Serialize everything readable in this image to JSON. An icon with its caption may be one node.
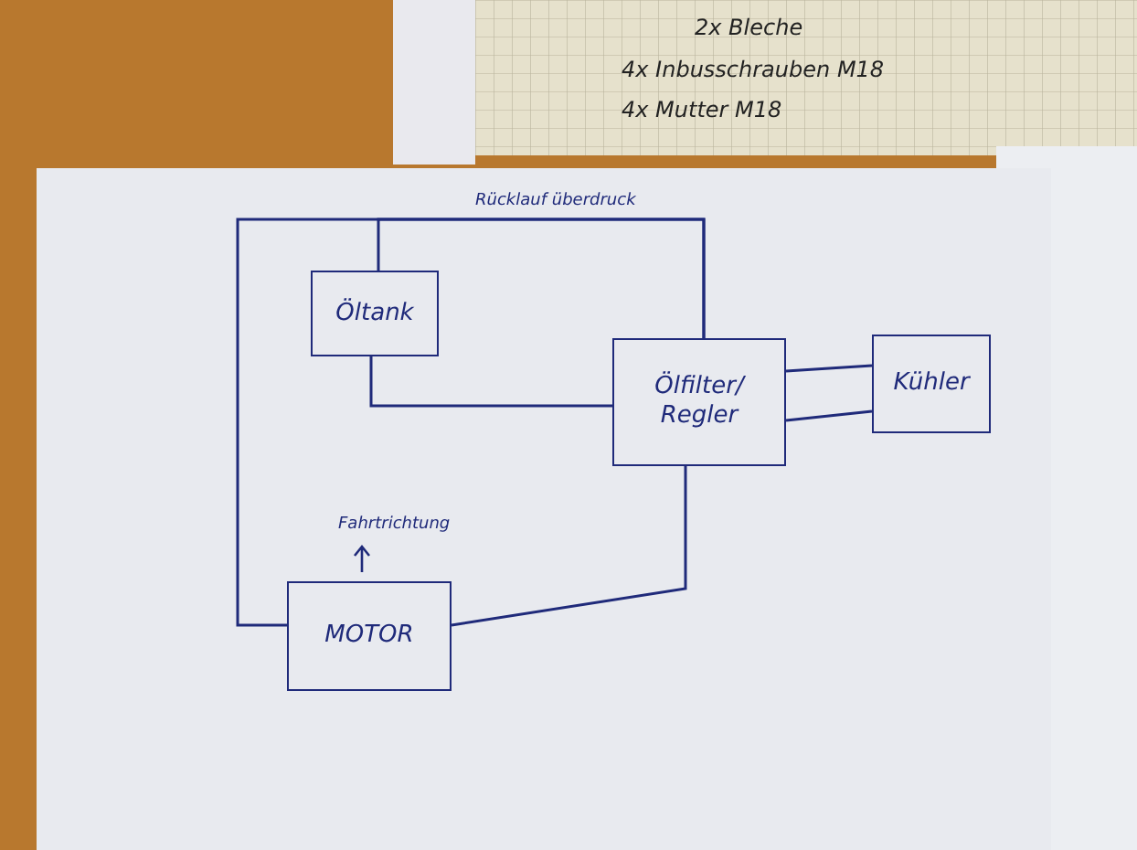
{
  "diagram": {
    "nodes": [
      {
        "text": [
          "Öltank"
        ]
      },
      {
        "text": [
          "Ölfilter/ Regler"
        ]
      },
      {
        "text": [
          "Kühler"
        ]
      },
      {
        "text": [
          "MOTOR"
        ]
      }
    ],
    "edges": [
      {
        "from": 0,
        "to": 1,
        "arrow": "none",
        "label": "Rücklauf überdruck"
      },
      {
        "from": 0,
        "to": 1,
        "arrow": "none"
      },
      {
        "from": 1,
        "to": 2,
        "arrow": "none"
      },
      {
        "from": 1,
        "to": 2,
        "arrow": "none"
      },
      {
        "from": 1,
        "to": 3,
        "arrow": "none"
      },
      {
        "from": 3,
        "to": 1,
        "arrow": "none"
      }
    ],
    "labels": [
      "Fahrtrichtung",
      "2x Bleche",
      "4x Inbusschrauben M18",
      "4x Mutter M18"
    ]
  }
}
